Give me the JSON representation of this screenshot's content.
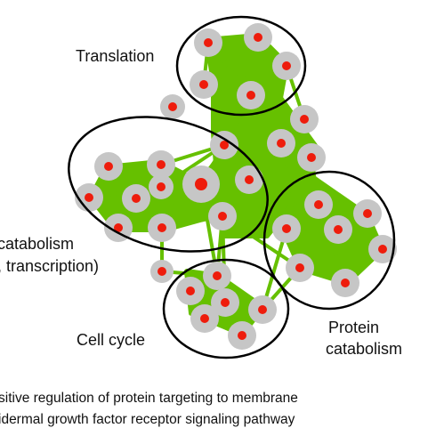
{
  "cluster_labels": {
    "translation": "Translation",
    "catabolism_line1": "catabolism",
    "catabolism_line2": ", transcription)",
    "cell_cycle": "Cell cycle",
    "protein_line1": "Protein",
    "protein_line2": "catabolism"
  },
  "captions": [
    "sitive regulation of protein targeting to membrane",
    "idermal growth factor receptor signaling pathway"
  ],
  "colors": {
    "edge": "#66c000",
    "node_outer": "#c6c6c6",
    "node_inner": "#ee1c0c",
    "outline": "#000000",
    "text": "#111111"
  }
}
